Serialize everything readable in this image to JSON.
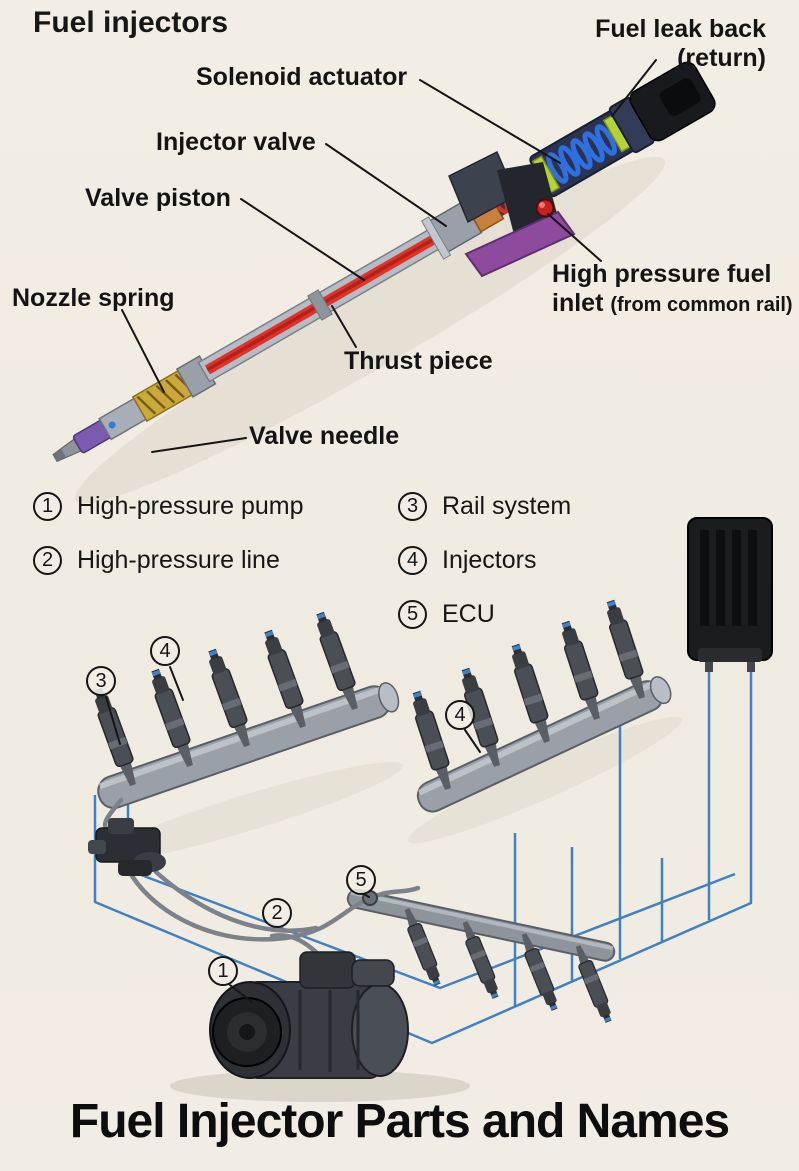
{
  "colors": {
    "background": "#f1ece2",
    "text": "#141414",
    "wire_blue": "#3f82c4",
    "fuel_red": "#e03227",
    "coil_blue": "#2f6fe0",
    "ring_green": "#b5d336"
  },
  "header": {
    "title": "Fuel injectors"
  },
  "injector_diagram": {
    "labels": {
      "fuel_leak_back_line1": "Fuel leak back",
      "fuel_leak_back_line2": "(return)",
      "solenoid_actuator": "Solenoid actuator",
      "injector_valve": "Injector valve",
      "valve_piston": "Valve piston",
      "nozzle_spring": "Nozzle spring",
      "high_pressure_inlet_line1": "High pressure fuel",
      "high_pressure_inlet_line2_bold": "inlet",
      "high_pressure_inlet_line2_rest": "(from common rail)",
      "thrust_piece": "Thrust piece",
      "valve_needle": "Valve needle"
    }
  },
  "legend": {
    "items": [
      {
        "number": "1",
        "label": "High-pressure pump"
      },
      {
        "number": "2",
        "label": "High-pressure line"
      },
      {
        "number": "3",
        "label": "Rail system"
      },
      {
        "number": "4",
        "label": "Injectors"
      },
      {
        "number": "5",
        "label": "ECU"
      }
    ]
  },
  "system_diagram": {
    "callouts": [
      {
        "number": "3"
      },
      {
        "number": "4"
      },
      {
        "number": "4"
      },
      {
        "number": "5"
      },
      {
        "number": "2"
      },
      {
        "number": "1"
      }
    ]
  },
  "footer": {
    "title": "Fuel Injector Parts and Names"
  }
}
